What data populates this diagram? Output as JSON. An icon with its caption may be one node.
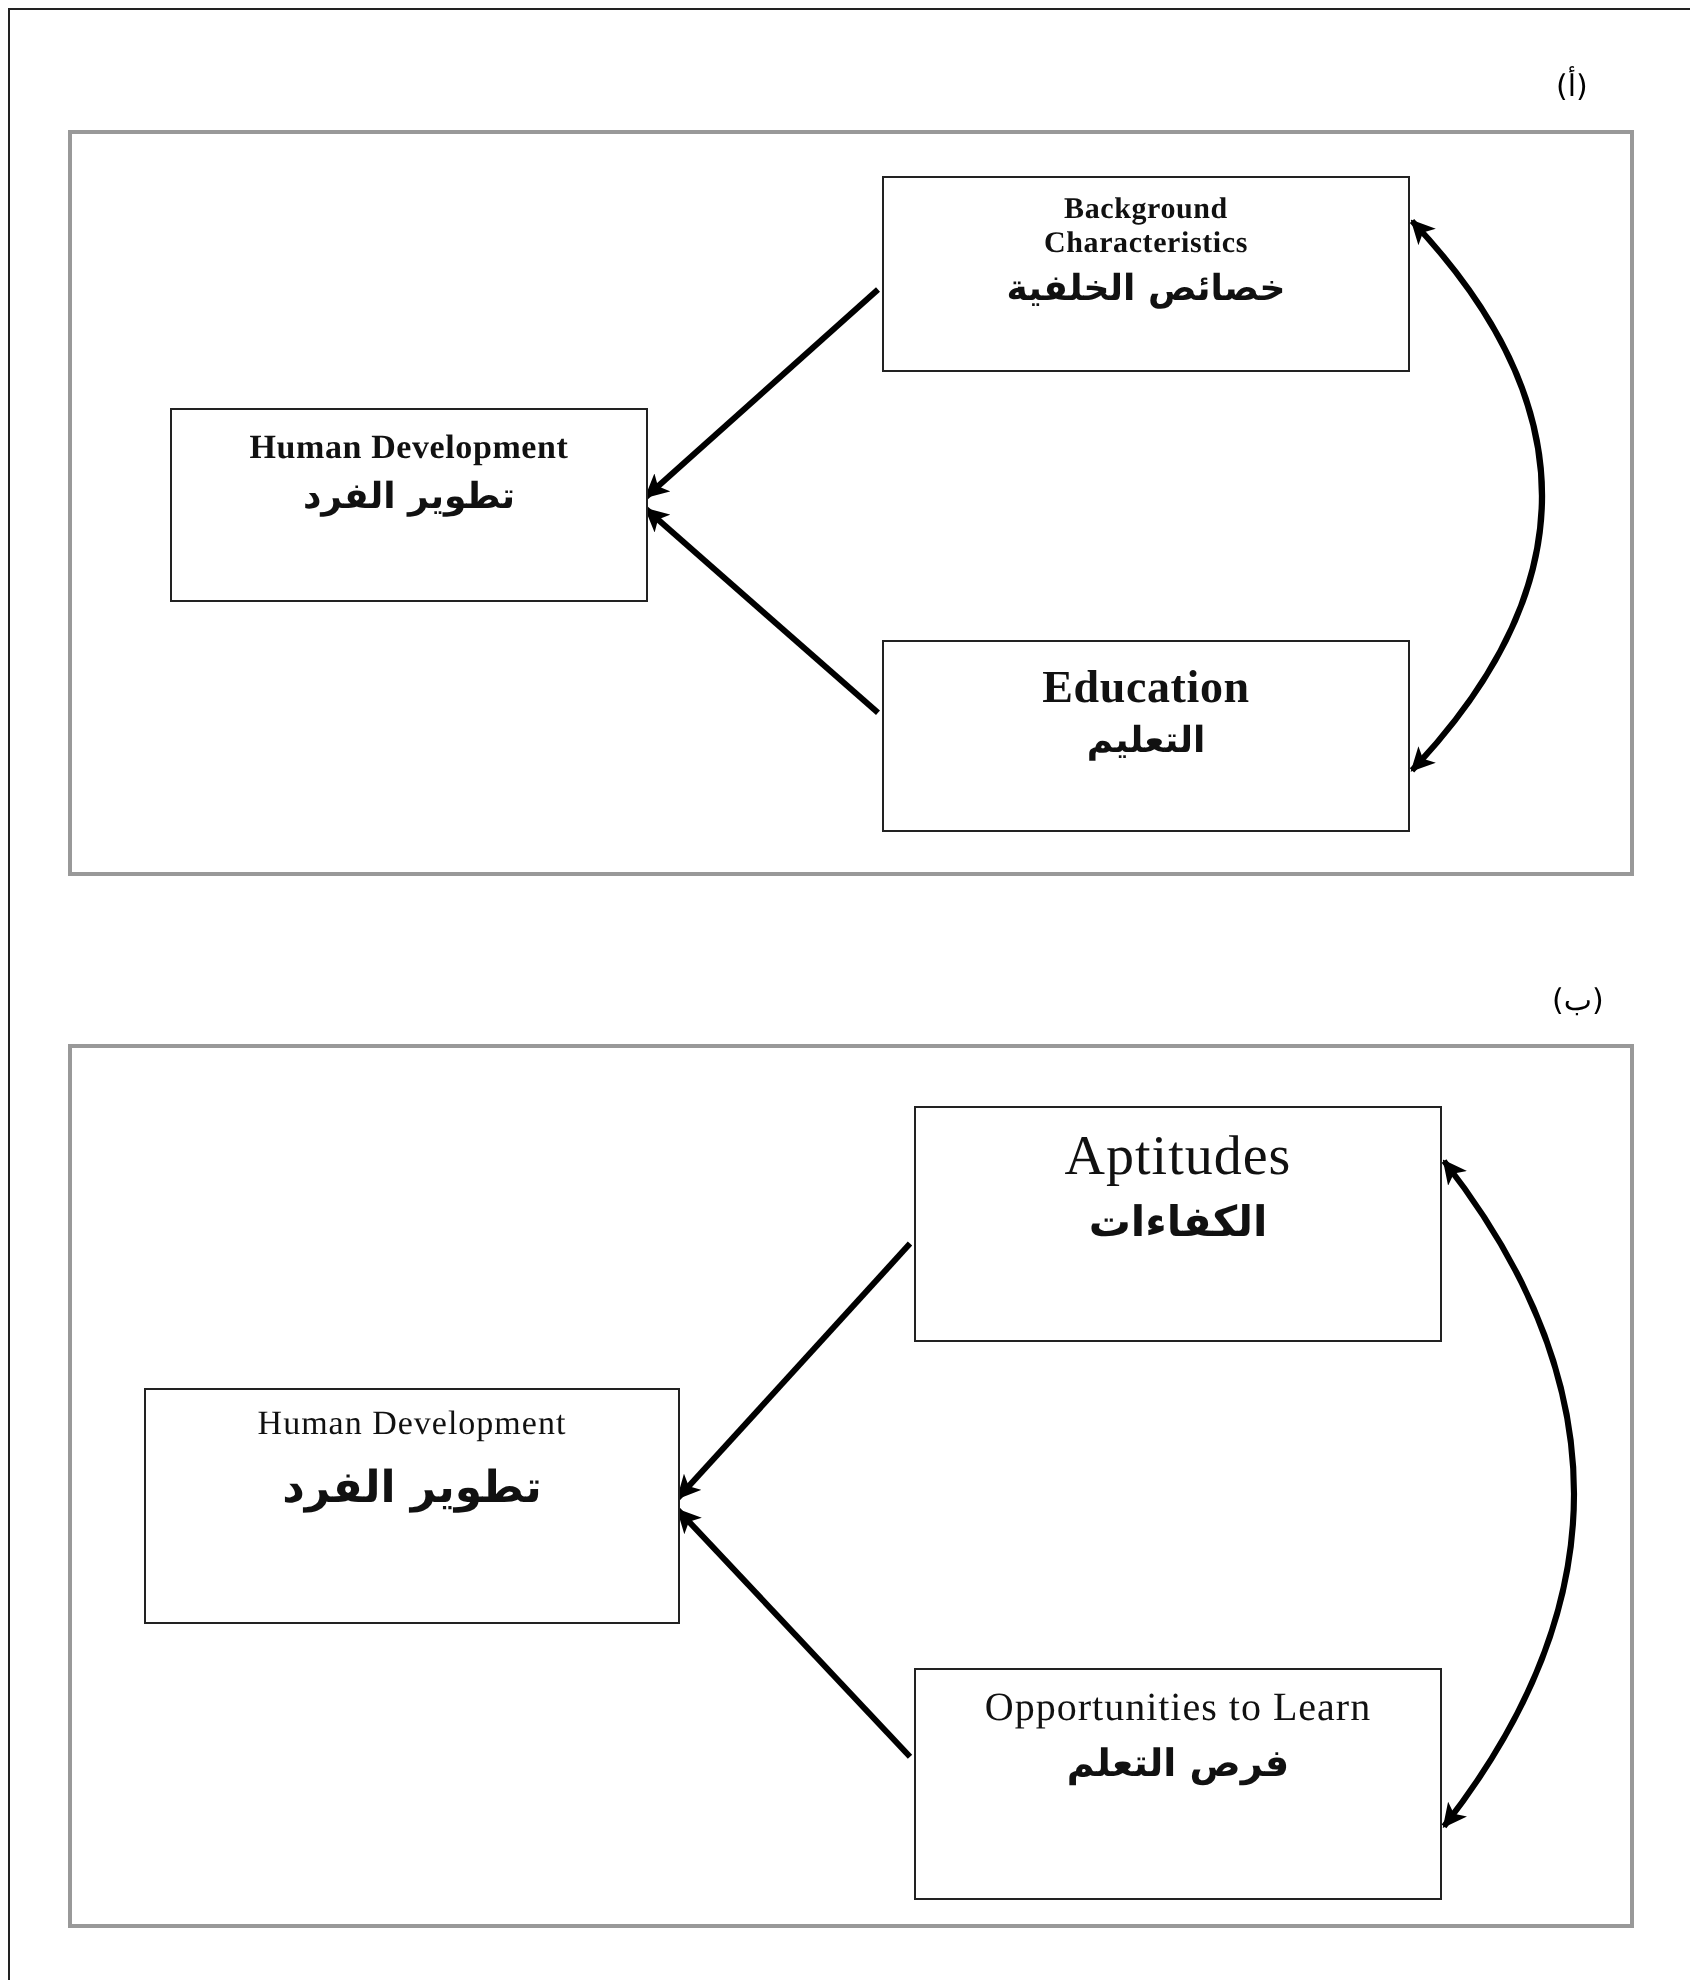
{
  "diagram": {
    "nodes": [
      {
        "text": [],
        "shape": "box"
      },
      {
        "text": [
          "Background Characteristics",
          "خصائص الخلفية"
        ],
        "in": 0
      },
      {
        "text": [
          "Human Development",
          "تطوير الفرد"
        ],
        "in": 0
      },
      {
        "text": [
          "Education",
          "التعليم"
        ],
        "in": 0
      },
      {
        "text": [],
        "shape": "box"
      },
      {
        "text": [
          "Aptitudes",
          "الكفاءات"
        ],
        "in": 4
      },
      {
        "text": [
          "Human Development",
          "تطوير الفرد"
        ],
        "in": 4
      },
      {
        "text": [
          "Opportunities to Learn",
          "فرص التعلم"
        ],
        "in": 4
      }
    ],
    "edges": [
      {
        "from": 1,
        "to": 2,
        "arrow": "to"
      },
      {
        "from": 3,
        "to": 2,
        "arrow": "to"
      },
      {
        "from": 1,
        "to": 3,
        "arrow": "both"
      },
      {
        "from": 5,
        "to": 6,
        "arrow": "to"
      },
      {
        "from": 7,
        "to": 6,
        "arrow": "to"
      },
      {
        "from": 5,
        "to": 7,
        "arrow": "both"
      }
    ],
    "labels": [
      "(أ)",
      "(ب)"
    ]
  }
}
